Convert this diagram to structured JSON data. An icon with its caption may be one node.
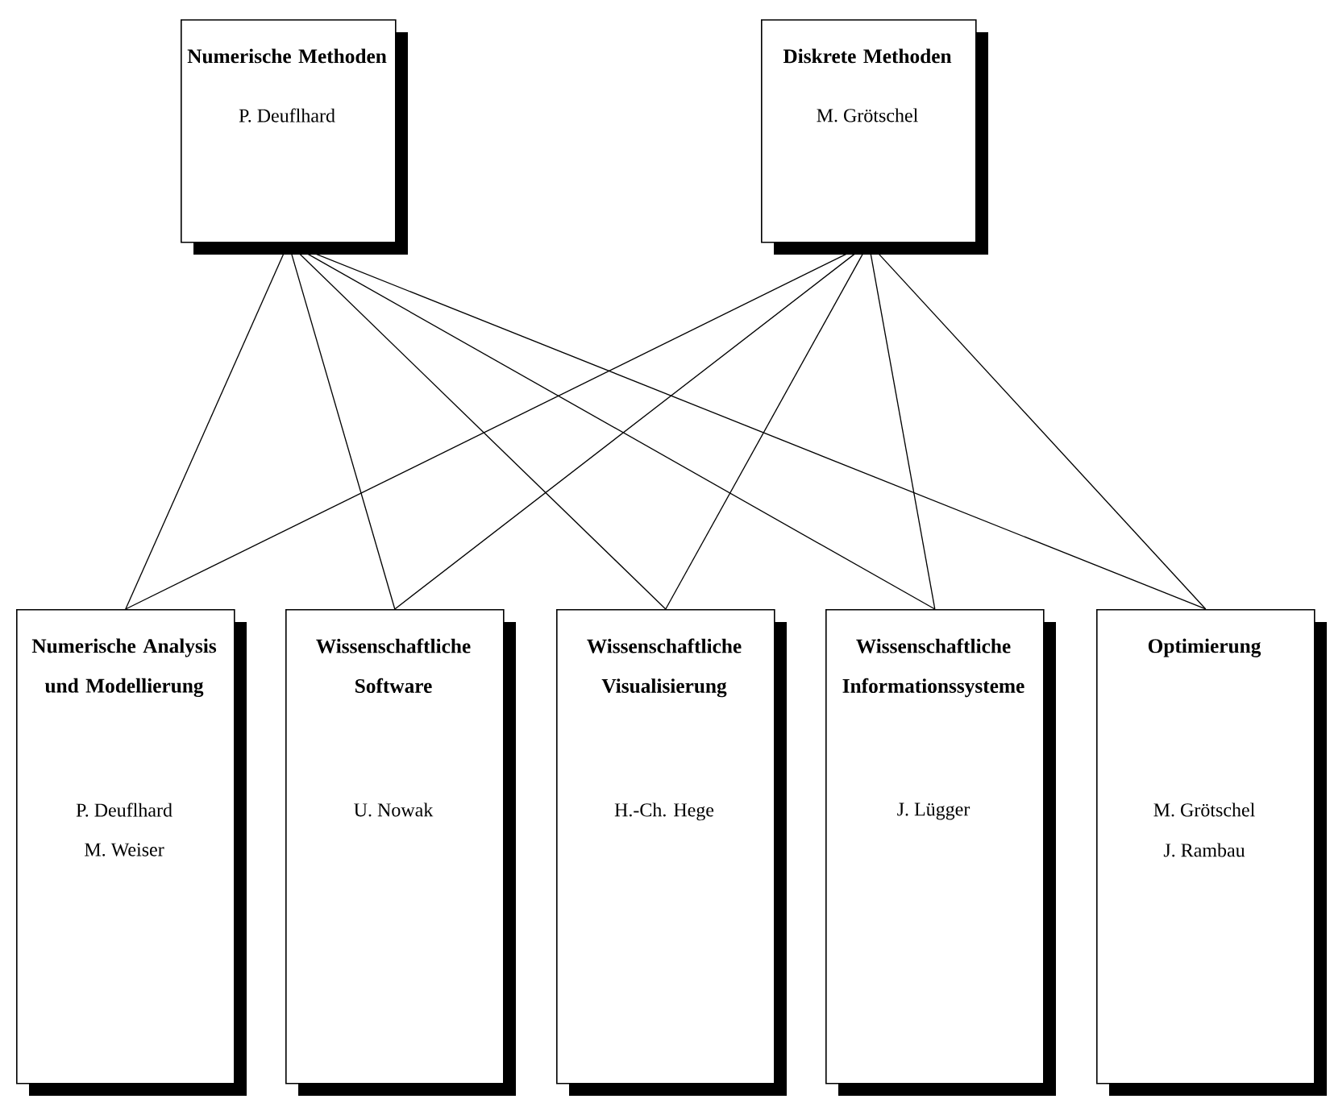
{
  "diagram": {
    "nodes": [
      {
        "text": [
          "Numerische Methoden",
          "P. Deuflhard"
        ]
      },
      {
        "text": [
          "Diskrete Methoden",
          "M. Grötschel"
        ]
      },
      {
        "text": [
          "Numerische Analysis und Modellierung",
          "P. Deuflhard",
          "M. Weiser"
        ]
      },
      {
        "text": [
          "Wissenschaftliche Software",
          "U. Nowak"
        ]
      },
      {
        "text": [
          "Wissenschaftliche Visualisierung",
          "H.-Ch. Hege"
        ]
      },
      {
        "text": [
          "Wissenschaftliche Informationssysteme",
          "J. Lügger"
        ]
      },
      {
        "text": [
          "Optimierung",
          "M. Grötschel",
          "J. Rambau"
        ]
      }
    ],
    "edges": [
      {
        "from": 0,
        "to": 2,
        "arrow": "none"
      },
      {
        "from": 0,
        "to": 3,
        "arrow": "none"
      },
      {
        "from": 0,
        "to": 4,
        "arrow": "none"
      },
      {
        "from": 0,
        "to": 5,
        "arrow": "none"
      },
      {
        "from": 0,
        "to": 6,
        "arrow": "none"
      },
      {
        "from": 1,
        "to": 2,
        "arrow": "none"
      },
      {
        "from": 1,
        "to": 3,
        "arrow": "none"
      },
      {
        "from": 1,
        "to": 4,
        "arrow": "none"
      },
      {
        "from": 1,
        "to": 5,
        "arrow": "none"
      },
      {
        "from": 1,
        "to": 6,
        "arrow": "none"
      }
    ]
  }
}
